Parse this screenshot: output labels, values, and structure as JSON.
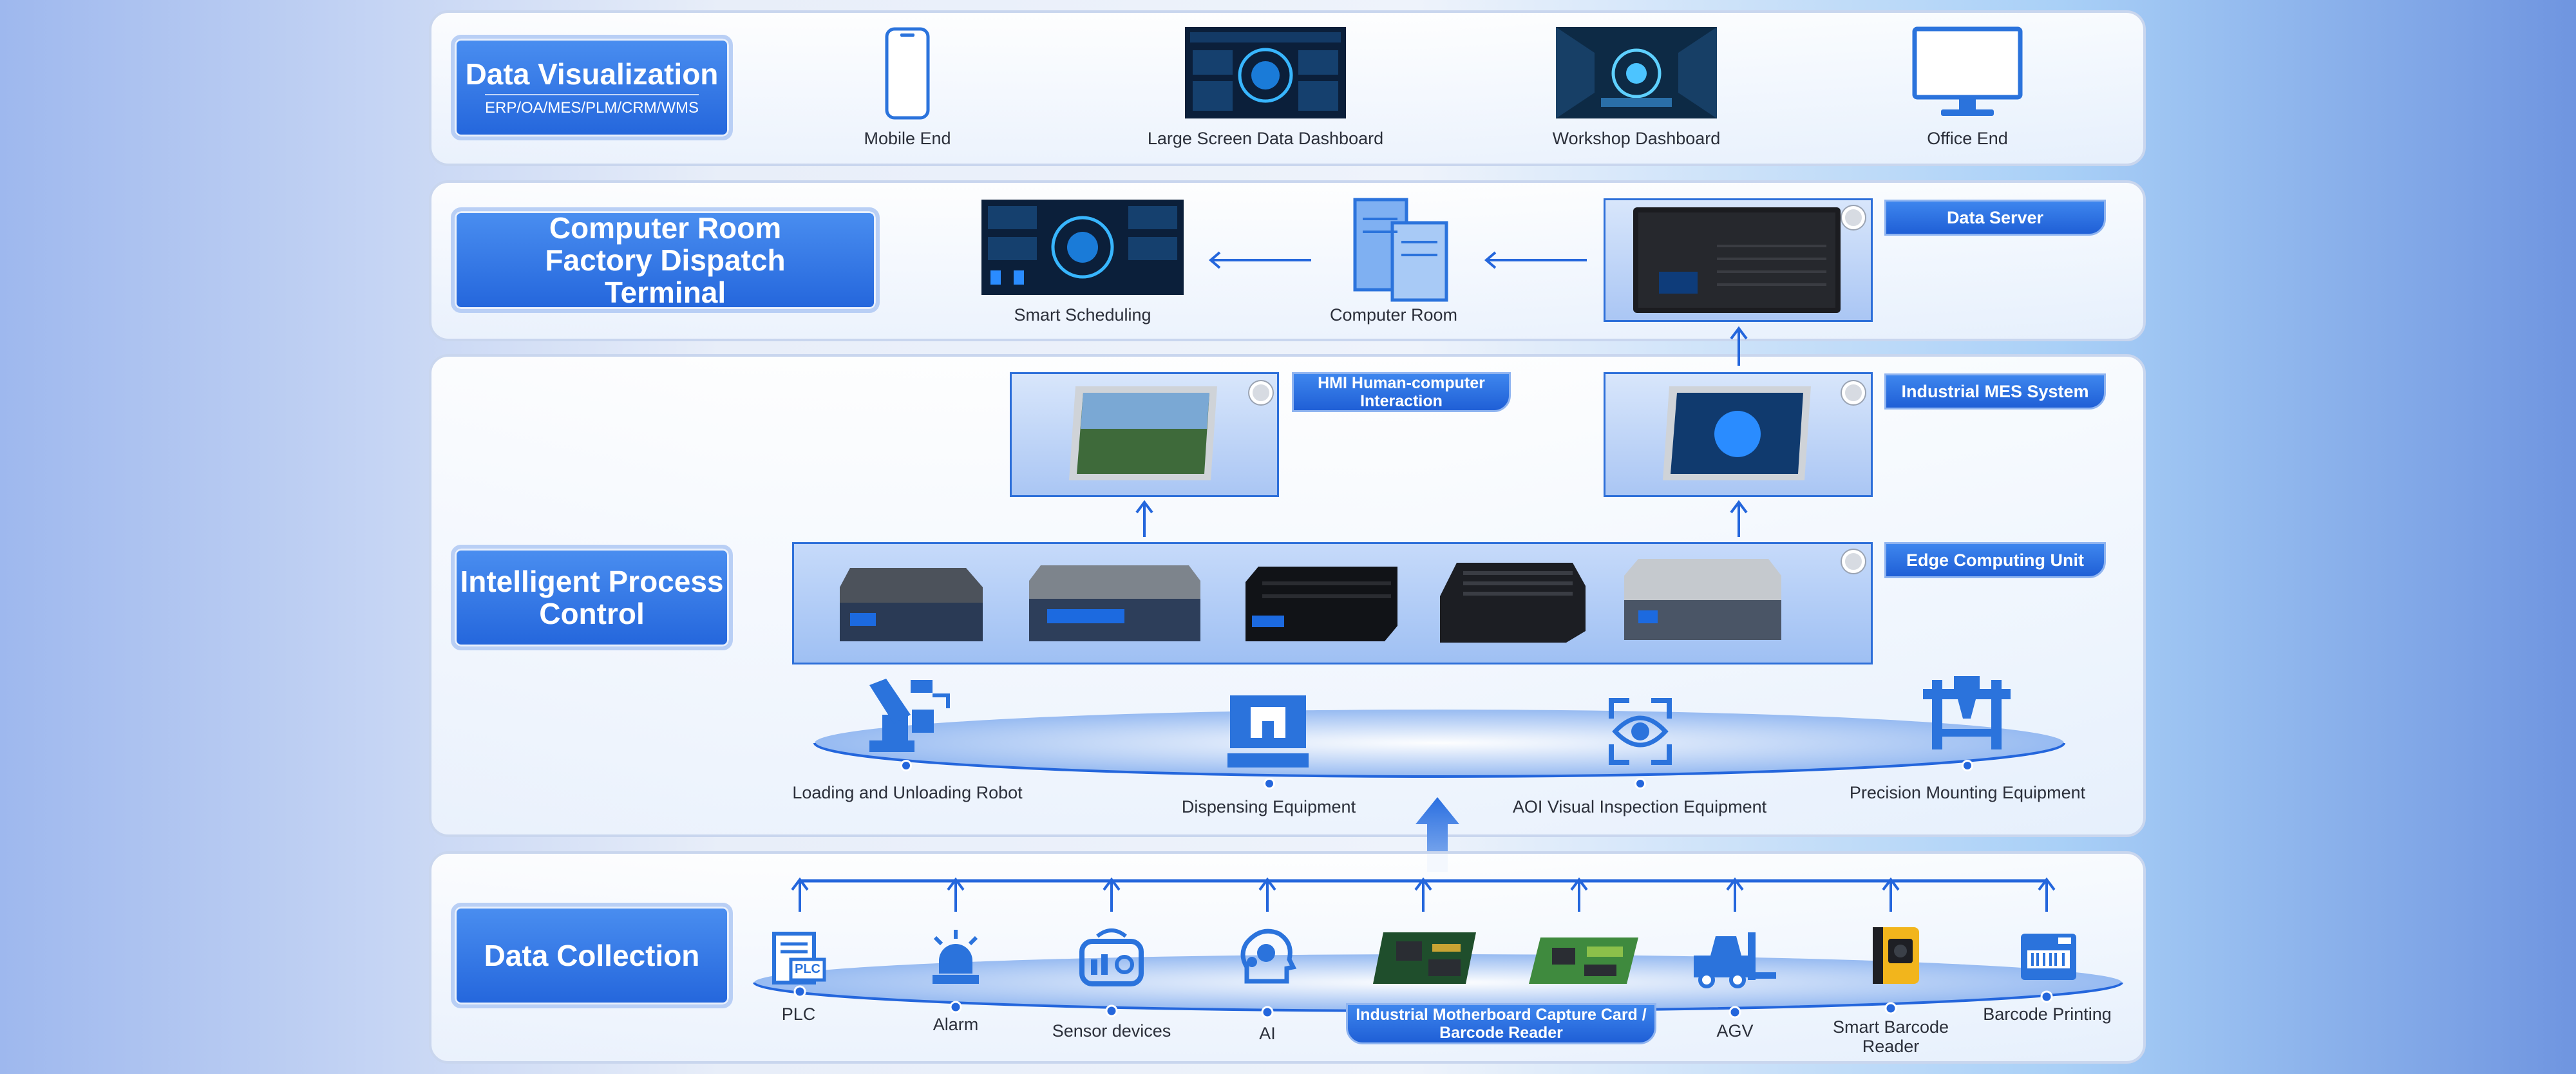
{
  "layers": {
    "visualization": {
      "title": "Data Visualization",
      "subtitle": "ERP/OA/MES/PLM/CRM/WMS"
    },
    "dispatch": {
      "title": "Computer Room Factory Dispatch Terminal"
    },
    "process": {
      "title": "Intelligent Process Control"
    },
    "collection": {
      "title": "Data Collection"
    }
  },
  "visualization_items": [
    "Mobile End",
    "Large Screen Data Dashboard",
    "Workshop Dashboard",
    "Office End"
  ],
  "dispatch_items": {
    "scheduling": "Smart Scheduling",
    "room": "Computer Room"
  },
  "tags": {
    "server": "Data Server",
    "hmi": "HMI Human-computer Interaction",
    "mes": "Industrial MES System",
    "edge": "Edge Computing Unit",
    "motherboard": "Industrial Motherboard Capture Card / Barcode Reader"
  },
  "equipment": [
    "Loading and Unloading Robot",
    "Dispensing Equipment",
    "AOI Visual Inspection Equipment",
    "Precision Mounting Equipment"
  ],
  "collection_items": {
    "plc": "PLC",
    "alarm": "Alarm",
    "sensor": "Sensor devices",
    "ai": "AI",
    "agv": "AGV",
    "barcode": "Smart Barcode Reader",
    "printing": "Barcode Printing",
    "plc_icon_text": "PLC"
  },
  "colors": {
    "primary": "#2466dc",
    "accent": "#3e86ee",
    "icon": "#2b73dc"
  }
}
